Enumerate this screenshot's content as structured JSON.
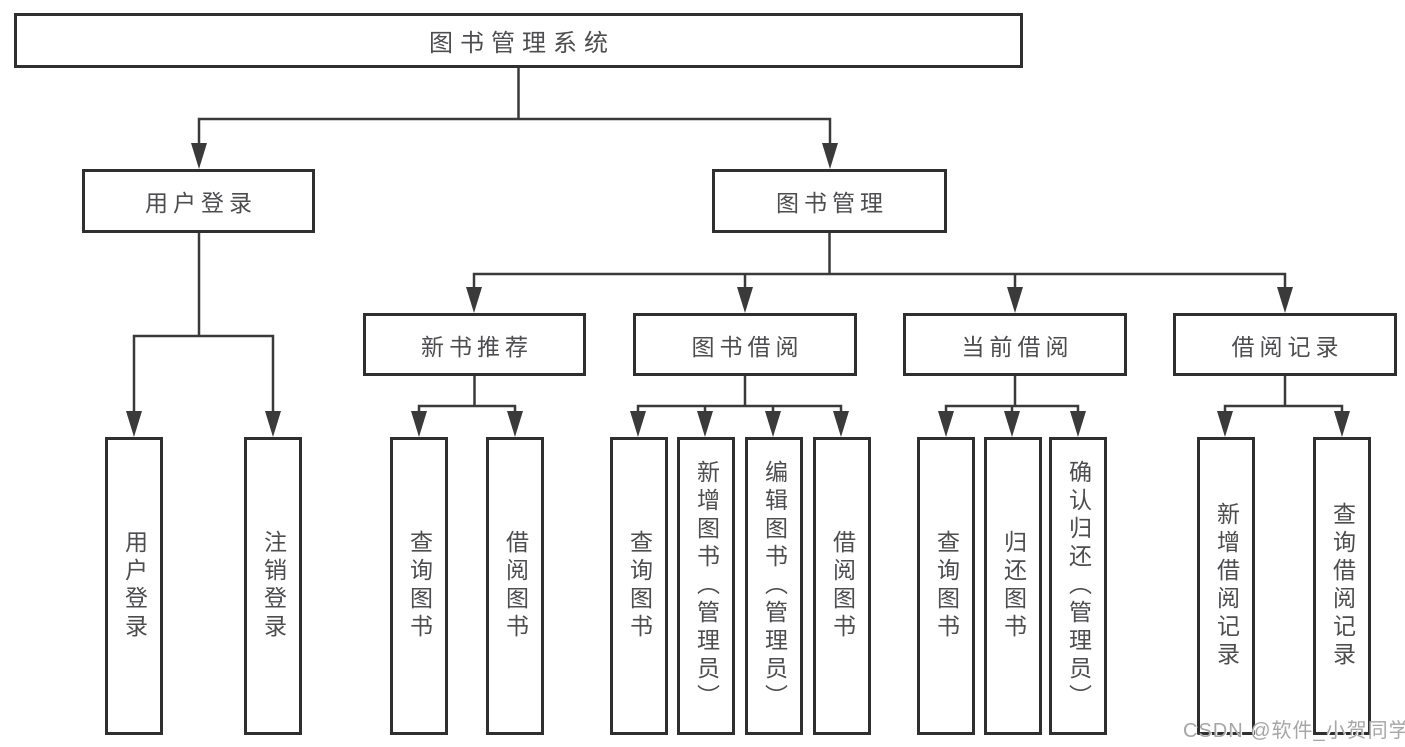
{
  "diagram": {
    "title": "图书管理系统",
    "watermark": "CSDN @软件_小贺同学",
    "colors": {
      "line": "#3a3a3a",
      "border": "#2f2f2f",
      "text": "#4d4d50",
      "watermark": "#a6a6a6",
      "background": "#ffffff"
    },
    "nodes": {
      "root": {
        "label": "图书管理系统"
      },
      "user_login": {
        "label": "用户登录",
        "children": {
          "login": {
            "label": "用户登录"
          },
          "logout": {
            "label": "注销登录"
          }
        }
      },
      "book_mgmt": {
        "label": "图书管理",
        "children": {
          "new_books": {
            "label": "新书推荐",
            "children": {
              "query": {
                "label": "查询图书"
              },
              "borrow": {
                "label": "借阅图书"
              }
            }
          },
          "borrowing": {
            "label": "图书借阅",
            "children": {
              "query": {
                "label": "查询图书"
              },
              "add": {
                "label": "新增图书（管理员）"
              },
              "edit": {
                "label": "编辑图书（管理员）"
              },
              "borrow": {
                "label": "借阅图书"
              }
            }
          },
          "current": {
            "label": "当前借阅",
            "children": {
              "query": {
                "label": "查询图书"
              },
              "return": {
                "label": "归还图书"
              },
              "confirm": {
                "label": "确认归还（管理员）"
              }
            }
          },
          "records": {
            "label": "借阅记录",
            "children": {
              "add": {
                "label": "新增借阅记录"
              },
              "query": {
                "label": "查询借阅记录"
              }
            }
          }
        }
      }
    }
  }
}
